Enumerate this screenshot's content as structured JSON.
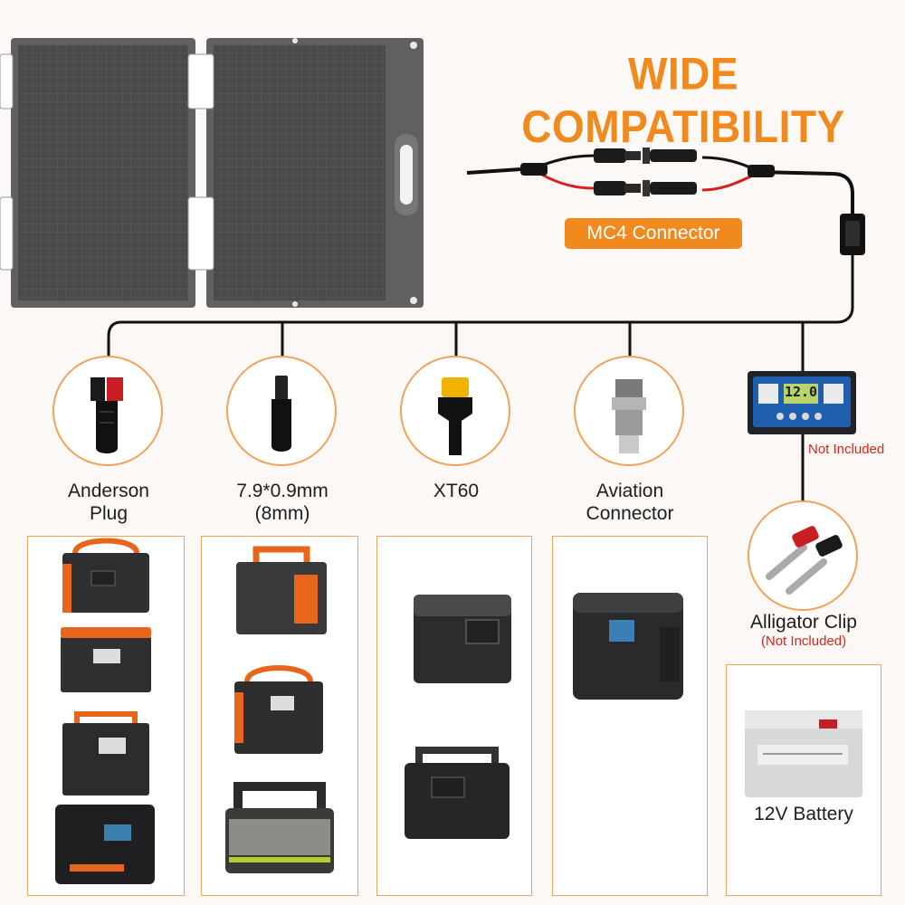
{
  "title": "WIDE COMPATIBILITY",
  "mc4": {
    "label": "MC4 Connector"
  },
  "connectors": [
    {
      "line1": "Anderson",
      "line2": "Plug"
    },
    {
      "line1": "7.9*0.9mm",
      "line2": "(8mm)"
    },
    {
      "line1": "XT60",
      "line2": ""
    },
    {
      "line1": "Aviation",
      "line2": "Connector"
    }
  ],
  "controller": {
    "note": "Not Included",
    "display": "12.0"
  },
  "alligator": {
    "label": "Alligator Clip",
    "note": "(Not Included)"
  },
  "battery": {
    "label": "12V Battery"
  },
  "colors": {
    "accent": "#f08a1e",
    "warning": "#d6261d",
    "panel": "#5b5b5d",
    "cable": "#111111"
  }
}
